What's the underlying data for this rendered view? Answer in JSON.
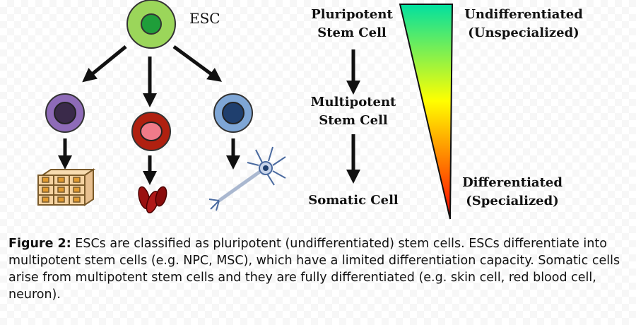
{
  "esc_label": "ESC",
  "hierarchy": {
    "pluripotent_line1": "Pluripotent",
    "pluripotent_line2": "Stem Cell",
    "multipotent_line1": "Multipotent",
    "multipotent_line2": "Stem Cell",
    "somatic": "Somatic Cell"
  },
  "gradient_scale": {
    "top_line1": "Undifferentiated",
    "top_line2": "(Unspecialized)",
    "bottom_line1": "Differentiated",
    "bottom_line2": "(Specialized)",
    "colors": [
      "#00e0a0",
      "#ffff00",
      "#ff0000"
    ]
  },
  "cells": {
    "esc": {
      "outer": "#9bd65a",
      "inner": "#1f9e3a"
    },
    "npc": {
      "outer": "#8e6bb8",
      "inner": "#3a2a4a"
    },
    "rbc_progenitor": {
      "outer": "#b02010",
      "inner": "#f07b8a"
    },
    "msc": {
      "outer": "#7ea6d6",
      "inner": "#1f3f6e"
    }
  },
  "caption": {
    "prefix": "Figure 2:",
    "text": " ESCs are classified as pluripotent (undifferentiated) stem cells. ESCs differentiate into multipotent stem cells (e.g. NPC, MSC), which have a limited differentiation capacity. Somatic cells arise from multipotent stem cells and they are fully differentiated (e.g. skin cell, red blood cell, neuron)."
  }
}
